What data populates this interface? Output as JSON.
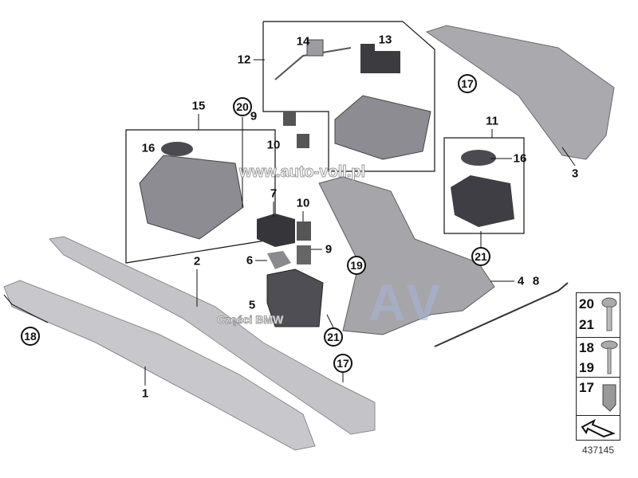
{
  "diagram": {
    "part_labels": {
      "p14": "14",
      "p13": "13",
      "p12": "12",
      "p15": "15",
      "p9a": "9",
      "p16a": "16",
      "p10a": "10",
      "p11": "11",
      "p16b": "16",
      "p3": "3",
      "p7": "7",
      "p10b": "10",
      "p9b": "9",
      "p6": "6",
      "p2": "2",
      "p4": "4",
      "p8": "8",
      "p5": "5",
      "p1": "1"
    },
    "circled_labels": {
      "c17a": "17",
      "c20": "20",
      "c19": "19",
      "c18": "18",
      "c21a": "21",
      "c21b": "21",
      "c17b": "17"
    },
    "fastener_box": {
      "rows": [
        {
          "numbers": [
            "20",
            "21"
          ],
          "icon": "screw-icon"
        },
        {
          "numbers": [
            "18",
            "19"
          ],
          "icon": "screw-washer-icon"
        },
        {
          "numbers": [
            "17"
          ],
          "icon": "clip-icon"
        },
        {
          "numbers": [],
          "icon": "direction-arrow-icon"
        }
      ]
    },
    "diagram_number": "437145"
  },
  "watermarks": {
    "url": "www.auto-voll.pl",
    "shop": "Części BMW",
    "logo": "AV"
  },
  "colors": {
    "part_fill": "#b9b9bd",
    "part_dark": "#55565a",
    "line": "#111111"
  }
}
